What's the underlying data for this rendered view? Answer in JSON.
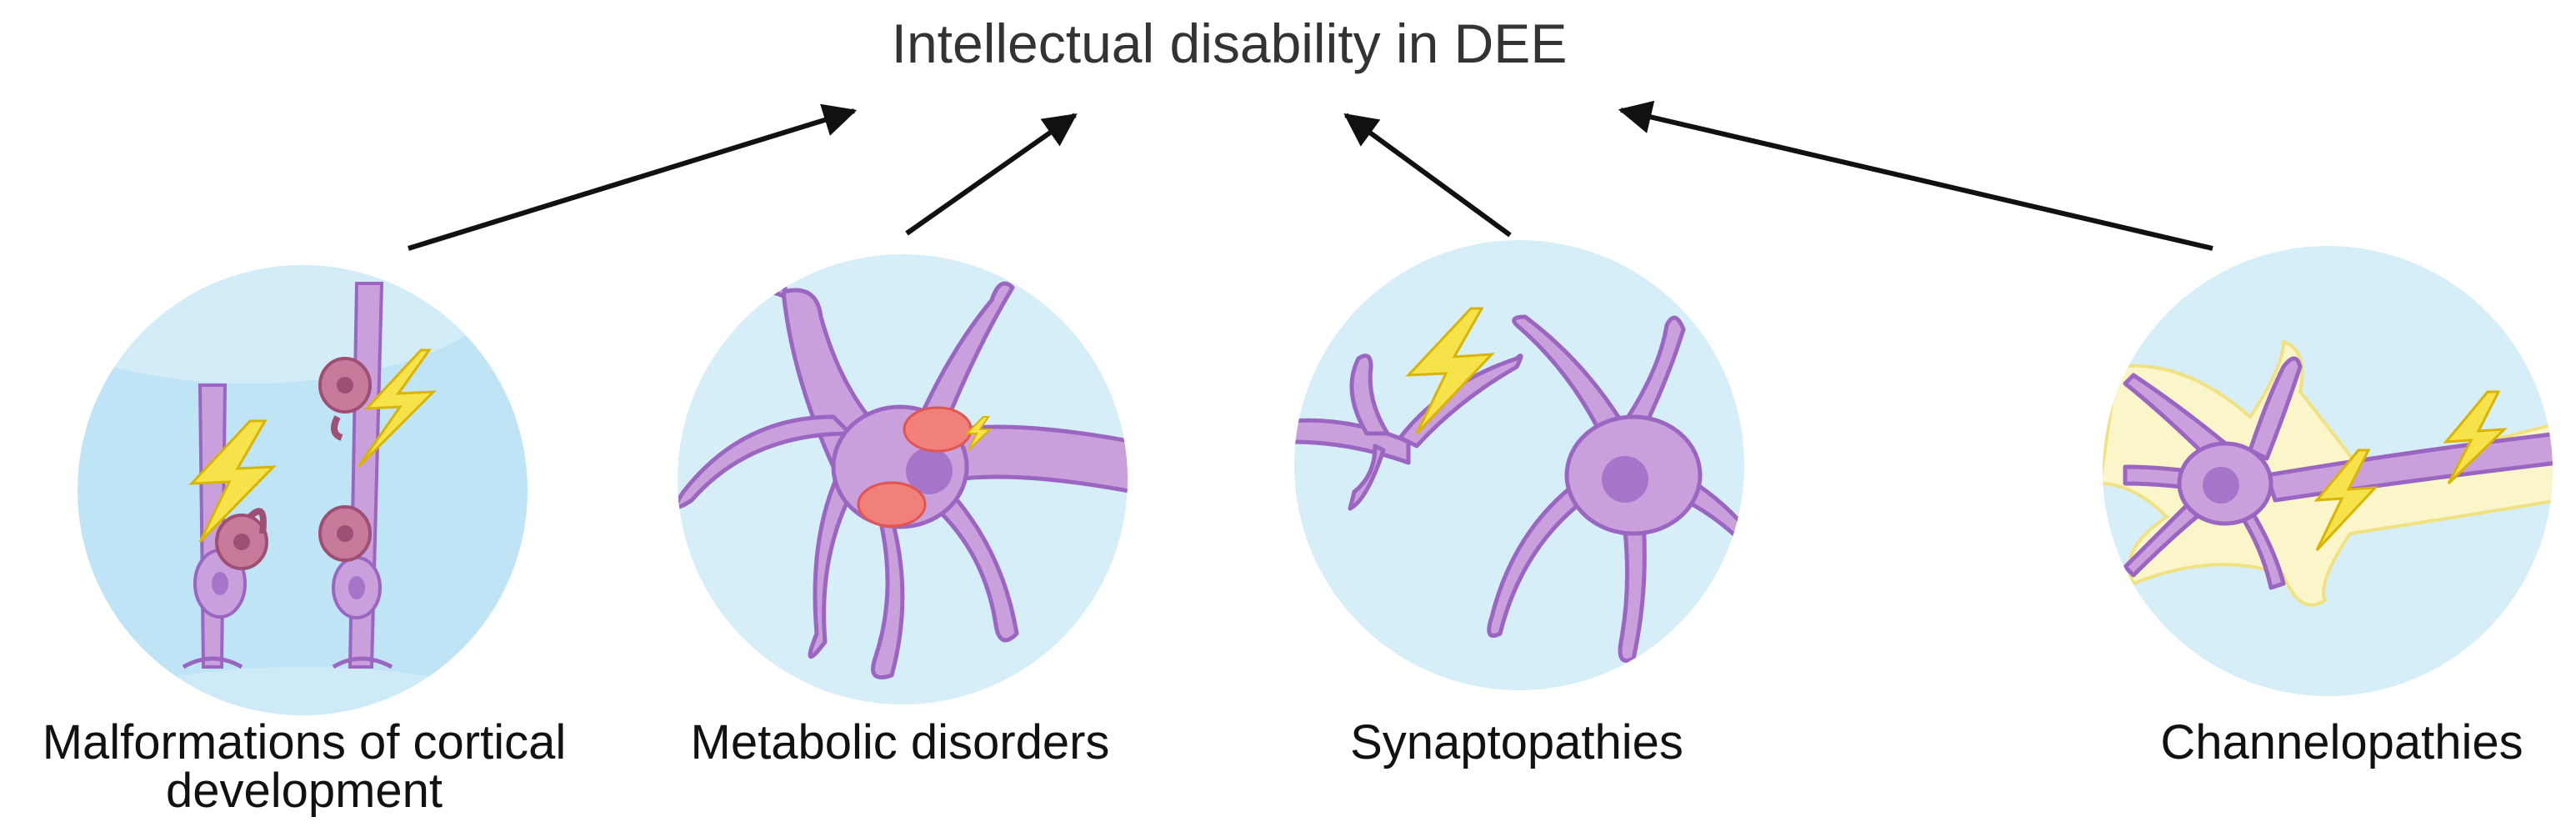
{
  "title": "Intellectual disability in DEE",
  "categories": [
    {
      "id": "malformations",
      "label": "Malformations of cortical development"
    },
    {
      "id": "metabolic",
      "label": "Metabolic disorders"
    },
    {
      "id": "synaptopathies",
      "label": "Synaptopathies"
    },
    {
      "id": "channelopathies",
      "label": "Channelopathies"
    }
  ],
  "colors": {
    "circle_fill": "#d6eef7",
    "circle_fill_light": "#c3e6f5",
    "neuron": "#c99fdc",
    "neuron_stroke": "#9b66c1",
    "nucleus": "#a675c9",
    "radial_cell": "#c77a99",
    "radial_stroke": "#a04f74",
    "bolt": "#f6e24a",
    "bolt_stroke": "#d9b400",
    "mito": "#f08079",
    "glow": "#fbf6c9",
    "arrow": "#111111"
  },
  "icons": [
    "lightning-bolt-icon",
    "neuron-icon",
    "mitochondrion-icon",
    "radial-glia-icon"
  ]
}
